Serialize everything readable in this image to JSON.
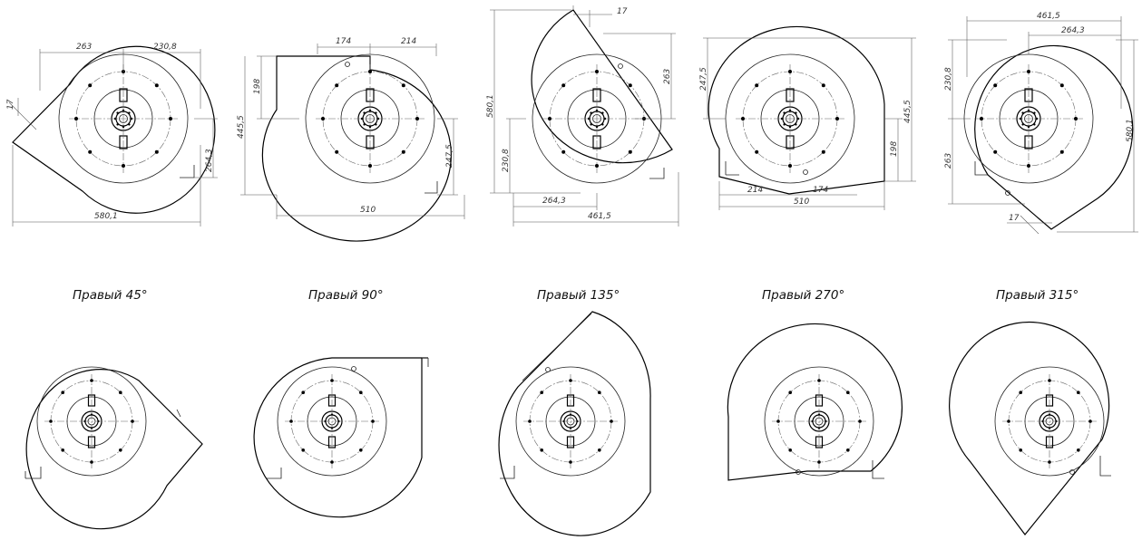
{
  "captions": {
    "c1": "Правый 45°",
    "c2": "Правый 90°",
    "c3": "Правый 135°",
    "c4": "Правый  270°",
    "c5": "Правый  315°"
  },
  "dims": {
    "f1": {
      "a": "263",
      "b": "230,8",
      "c": "17",
      "d": "264,3",
      "e": "580,1"
    },
    "f2": {
      "a": "174",
      "b": "214",
      "c": "198",
      "d": "445,5",
      "e": "247,5",
      "f": "510"
    },
    "f3": {
      "a": "17",
      "b": "263",
      "c": "580,1",
      "d": "230,8",
      "e": "264,3",
      "f": "461,5"
    },
    "f4": {
      "a": "247,5",
      "b": "445,5",
      "c": "198",
      "d": "214",
      "e": "174",
      "f": "510"
    },
    "f5": {
      "a": "461,5",
      "b": "264,3",
      "c": "230,8",
      "d": "580,1",
      "e": "263",
      "f": "17"
    }
  }
}
